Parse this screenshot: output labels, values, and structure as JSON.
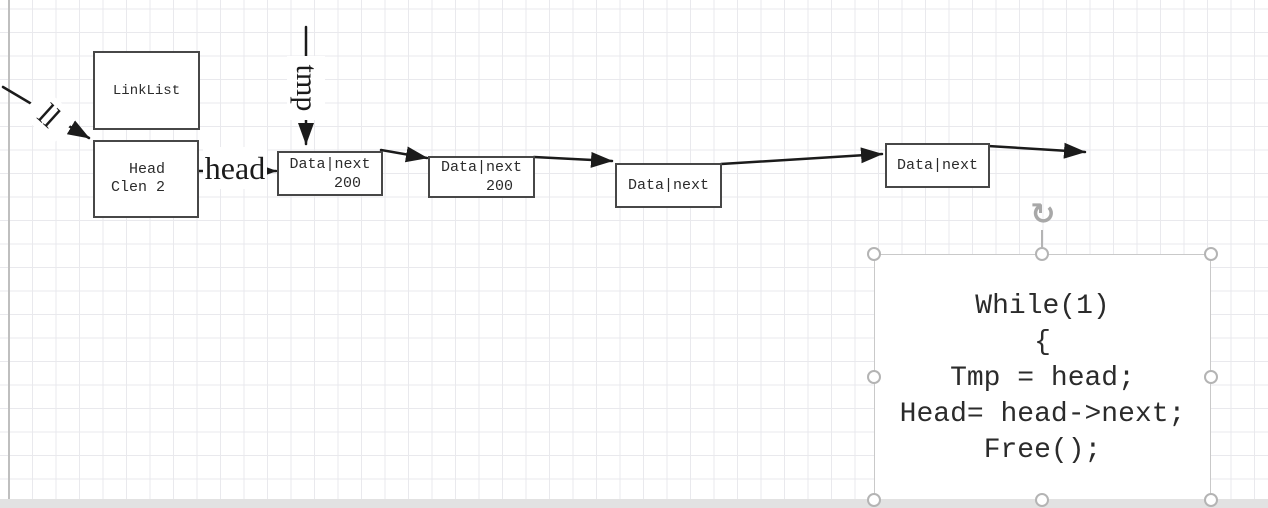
{
  "colors": {
    "ink": "#1b1b1b",
    "grid": "#e9e9ed",
    "box_border": "#474747",
    "text": "#2b2b2b",
    "select_border": "#c9c9c9",
    "handle_border": "#b4b4b4",
    "rotate_icon": "#a8a8a8",
    "page_edge": "#bfbfbf",
    "footer_strip": "#e2e2e2"
  },
  "diagram": {
    "pointer_labels": {
      "ll": "ll",
      "head": "head",
      "tmp": "tmp"
    },
    "nodes": {
      "linklist": {
        "label": "LinkList"
      },
      "head_box": {
        "line1": "Head",
        "line2": "Clen 2"
      },
      "node1": {
        "line1": "Data|next",
        "line2": "200"
      },
      "node2": {
        "line1": "Data|next",
        "line2": "200"
      },
      "node3": {
        "line1": "Data|next"
      },
      "node4": {
        "line1": "Data|next"
      }
    },
    "code_box": {
      "lines": [
        "While(1)",
        "{",
        "Tmp = head;",
        "Head= head->next;",
        "Free();"
      ]
    },
    "icons": {
      "rotate": "↻"
    }
  }
}
